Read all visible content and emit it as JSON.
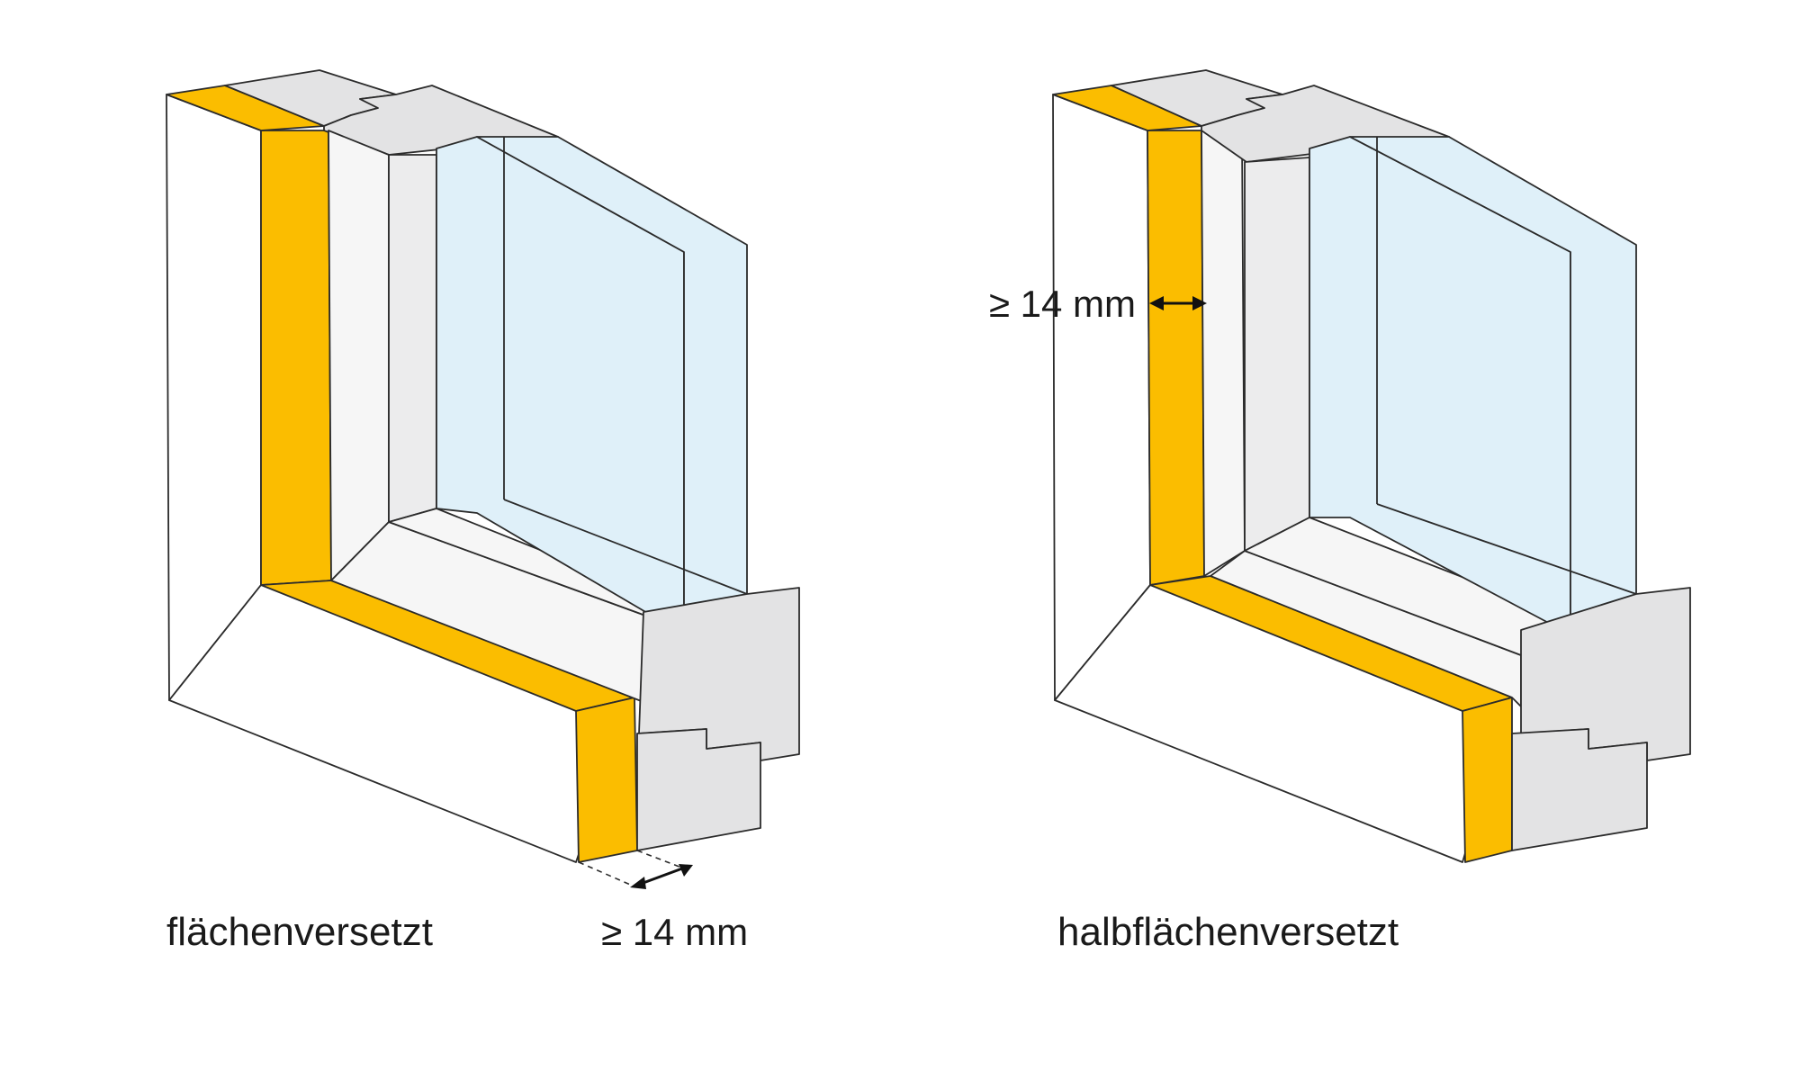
{
  "diagrams": [
    {
      "caption": "flächenversetzt",
      "dimension": "≥ 14 mm"
    },
    {
      "caption": "halbflächenversetzt",
      "dimension": "≥ 14 mm"
    }
  ],
  "colors": {
    "frame_face": "#ffffff",
    "frame_side": "#f6f6f6",
    "frame_top": "#e3e3e4",
    "section": "#e3e3e4",
    "glass": "#dff0f9",
    "accent_yellow": "#fbbd00",
    "line": "#2b2b2b"
  }
}
